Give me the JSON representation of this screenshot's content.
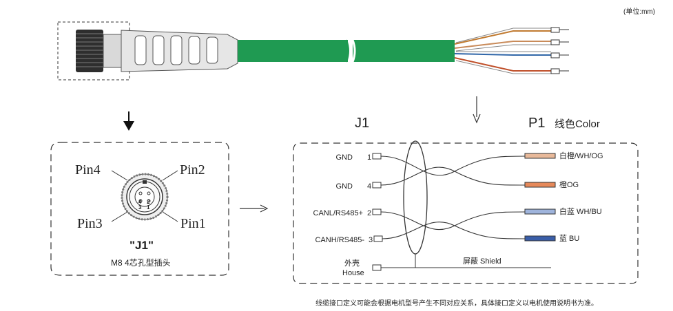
{
  "unit_note": "(单位:mm)",
  "connector": {
    "pins": [
      "Pin4",
      "Pin2",
      "Pin3",
      "Pin1"
    ],
    "face_numbers": [
      "4",
      "2",
      "3",
      "1"
    ],
    "name": "\"J1\"",
    "desc": "M8 4芯孔型插头"
  },
  "headers": {
    "j1": "J1",
    "p1": "P1",
    "p1_suffix": "线色Color"
  },
  "rows": [
    {
      "signal": "GND",
      "pin": "1",
      "wire": "白橙/WH/OG",
      "color": "#e8b99a"
    },
    {
      "signal": "GND",
      "pin": "4",
      "wire": "橙OG",
      "color": "#e6895a"
    },
    {
      "signal": "CANL/RS485+",
      "pin": "2",
      "wire": "白蓝 WH/BU",
      "color": "#9fb4dc"
    },
    {
      "signal": "CANH/RS485-",
      "pin": "3",
      "wire": "蓝  BU",
      "color": "#3a5ea8"
    }
  ],
  "shield": {
    "left_label_1": "外壳",
    "left_label_2": "House",
    "label": "屏蔽 Shield"
  },
  "footnote": "线缆接口定义可能会根据电机型号产生不同对应关系，具体接口定义以电机使用说明书为准。"
}
